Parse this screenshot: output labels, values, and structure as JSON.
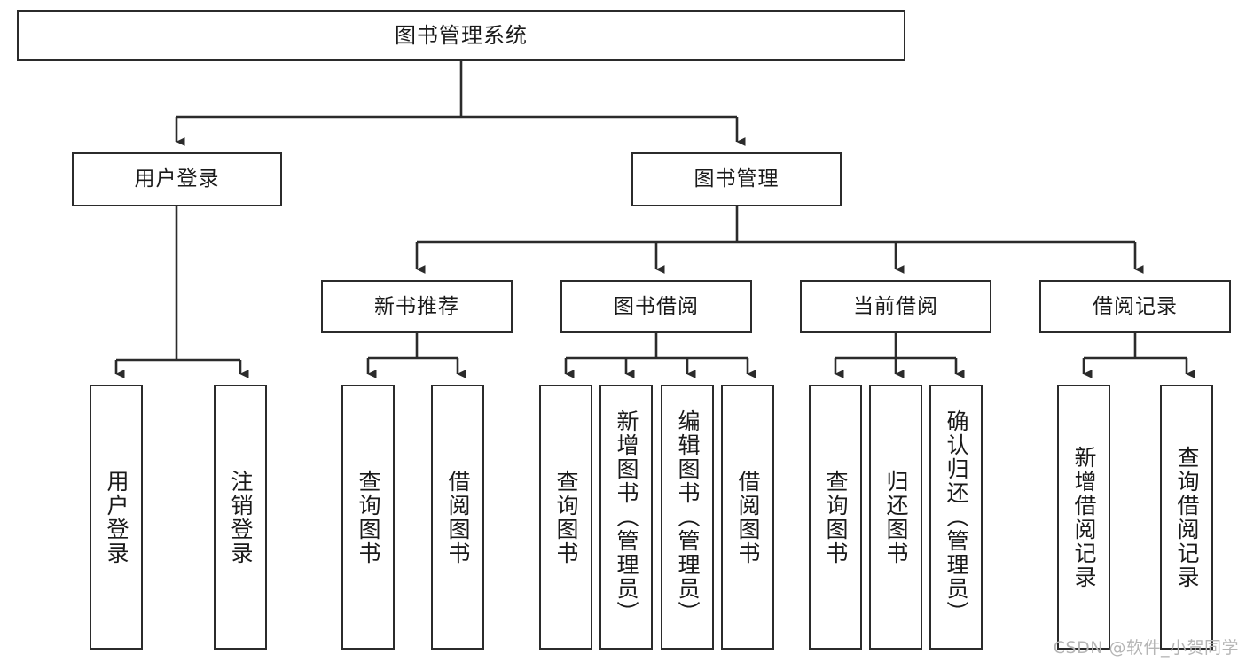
{
  "diagram": {
    "title": "图书管理系统",
    "type": "tree",
    "watermark": "CSDN @软件_小贺同学",
    "colors": {
      "stroke": "#2b2b2b",
      "fill": "#ffffff",
      "watermark": "#b5b5b5"
    },
    "levels": {
      "root": {
        "label": "图书管理系统"
      },
      "level2": [
        {
          "id": "user-login",
          "label": "用户登录"
        },
        {
          "id": "book-management",
          "label": "图书管理"
        }
      ],
      "level3": [
        {
          "id": "new-book-recommend",
          "label": "新书推荐",
          "parent": "book-management"
        },
        {
          "id": "book-borrow",
          "label": "图书借阅",
          "parent": "book-management"
        },
        {
          "id": "current-borrow",
          "label": "当前借阅",
          "parent": "book-management"
        },
        {
          "id": "borrow-record",
          "label": "借阅记录",
          "parent": "book-management"
        }
      ],
      "leaves": {
        "user-login": [
          {
            "id": "leaf-user-login",
            "label": "用户登录"
          },
          {
            "id": "leaf-user-logout",
            "label": "注销登录"
          }
        ],
        "new-book-recommend": [
          {
            "id": "leaf-query-book-1",
            "label": "查询图书"
          },
          {
            "id": "leaf-borrow-book-1",
            "label": "借阅图书"
          }
        ],
        "book-borrow": [
          {
            "id": "leaf-query-book-2",
            "label": "查询图书"
          },
          {
            "id": "leaf-add-book",
            "label": "新增图书（管理员）"
          },
          {
            "id": "leaf-edit-book",
            "label": "编辑图书（管理员）"
          },
          {
            "id": "leaf-borrow-book-2",
            "label": "借阅图书"
          }
        ],
        "current-borrow": [
          {
            "id": "leaf-query-book-3",
            "label": "查询图书"
          },
          {
            "id": "leaf-return-book",
            "label": "归还图书"
          },
          {
            "id": "leaf-confirm-return",
            "label": "确认归还（管理员）"
          }
        ],
        "borrow-record": [
          {
            "id": "leaf-add-record",
            "label": "新增借阅记录"
          },
          {
            "id": "leaf-query-record",
            "label": "查询借阅记录"
          }
        ]
      }
    }
  }
}
